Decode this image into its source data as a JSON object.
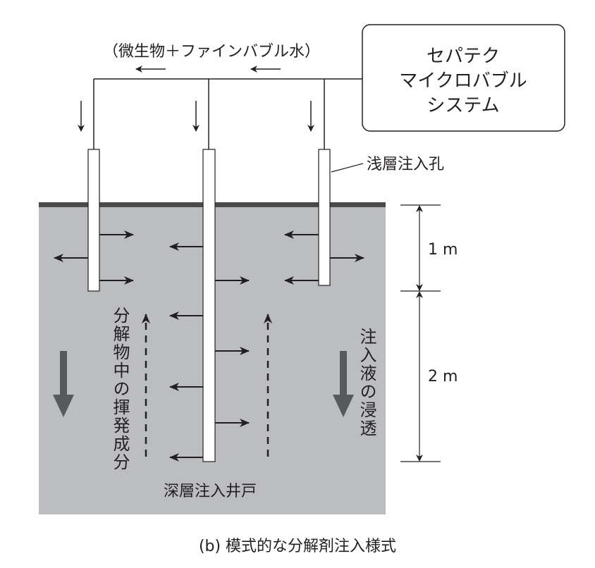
{
  "flow_label": "（微生物＋ファインバブル水）",
  "system_box": {
    "lines": [
      "セパテク",
      "マイクロバブル",
      "システム"
    ]
  },
  "shallow_well_label": "浅層注入孔",
  "deep_well_label": "深層注入井戸",
  "volatile_label": "分解物中の揮発成分",
  "infiltration_label": "注入液の浸透",
  "dimensions": {
    "upper": "1 m",
    "lower": "2 m"
  },
  "caption": "(b) 模式的な分解剤注入様式",
  "colors": {
    "ground": "#bcbdc0",
    "surface": "#4a4a4a",
    "ink": "#231f20",
    "big_arrow": "#58595b"
  }
}
